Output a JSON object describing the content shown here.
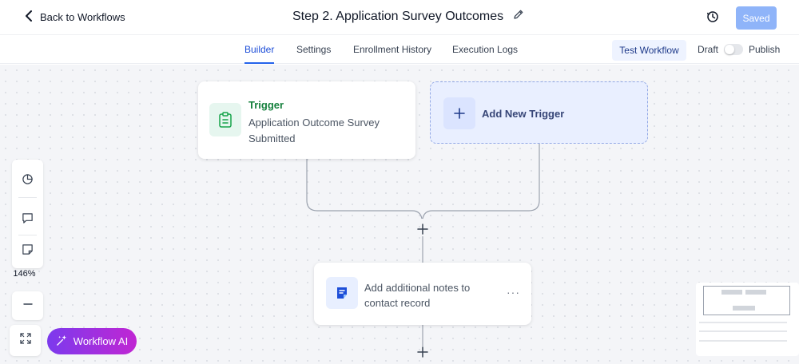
{
  "header": {
    "back_label": "Back to Workflows",
    "title": "Step 2. Application Survey Outcomes",
    "saved_label": "Saved"
  },
  "tabs": [
    {
      "label": "Builder",
      "active": true
    },
    {
      "label": "Settings",
      "active": false
    },
    {
      "label": "Enrollment History",
      "active": false
    },
    {
      "label": "Execution Logs",
      "active": false
    }
  ],
  "actions": {
    "test_label": "Test Workflow",
    "draft_label": "Draft",
    "publish_label": "Publish",
    "publish_enabled": false
  },
  "canvas": {
    "trigger": {
      "title": "Trigger",
      "description": "Application Outcome Survey Submitted"
    },
    "add_trigger_label": "Add New Trigger",
    "action": {
      "label": "Add additional notes to contact record",
      "menu": "···"
    }
  },
  "toolbar": {
    "zoom": "146%",
    "icons": [
      "chart-icon",
      "comment-icon",
      "sticky-note-icon",
      "zoom-out-icon",
      "fit-view-icon"
    ]
  },
  "ai_button_label": "Workflow AI",
  "colors": {
    "accent": "#2563eb",
    "trigger_green": "#15803d",
    "saved_button": "#8fb4f9",
    "ai_gradient_start": "#7c3aed",
    "ai_gradient_end": "#c026d3"
  }
}
